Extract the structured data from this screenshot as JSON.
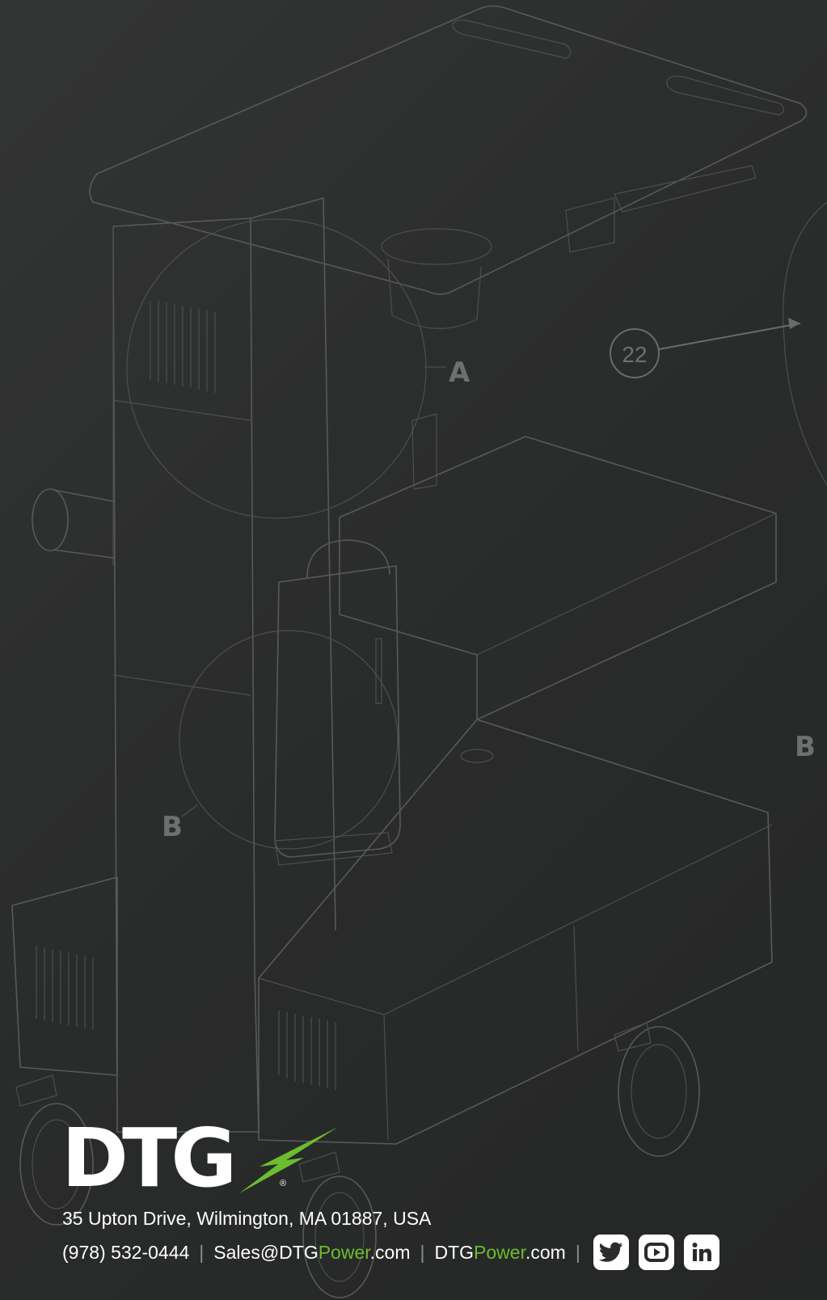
{
  "drawing": {
    "callouts": [
      {
        "number": "22"
      }
    ],
    "detail_labels": [
      "A",
      "B",
      "B"
    ]
  },
  "logo": {
    "text": "DTG",
    "registered": "®",
    "accent_color": "#6bbd2f"
  },
  "footer": {
    "address": "35 Upton Drive, Wilmington, MA  01887, USA",
    "phone": "(978) 532-0444",
    "separator": "|",
    "email_prefix": "Sales@DTG",
    "email_highlight": "Power",
    "email_suffix": ".com",
    "website_prefix": "DTG",
    "website_highlight": "Power",
    "website_suffix": ".com",
    "highlight_color": "#6bbd2f",
    "social": [
      {
        "name": "twitter",
        "icon": "twitter-icon"
      },
      {
        "name": "youtube",
        "icon": "youtube-icon"
      },
      {
        "name": "linkedin",
        "icon": "linkedin-icon"
      }
    ]
  }
}
